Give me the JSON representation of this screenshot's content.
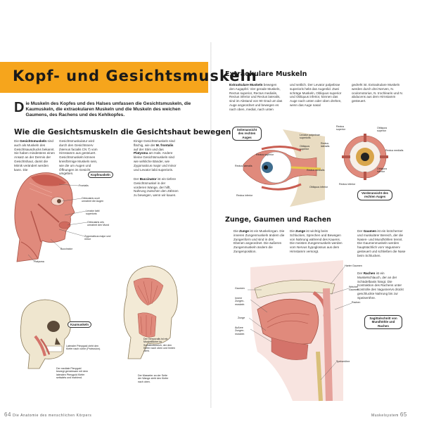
{
  "left": {
    "title": "Kopf- und Gesichtsmuskeln",
    "intro": "ie Muskeln des Kopfes und des Halses umfassen die Gesichtsmuskeln, die Kaumuskeln, die extraokularen Muskeln und die Muskeln des weichen Gaumens, des Rachens und des Kehlkopfes.",
    "intro_dropcap": "D",
    "section_title": "Wie die Gesichtsmuskeln die Gesichtshaut bewegen",
    "col1": {
      "strong": "Gesichtsmuskeln",
      "pre": "Die ",
      "text": " sind auch als Muskeln des Gesichtsausdrucks bekannt. Sie haben mindestens einen Ansatz an der Dermis der Gesichtshaut, damit die Mimik verändert werden kann. Die"
    },
    "col2": {
      "text": "Gesichtsmuskulatur wird durch den Gesichtsnerv (Nervus facialis CN 7) vom Hirnstamm aus gesteuert. Gesichtsmuskeln können kreisförmige Muskeln sein, wie die um Augen und Öffnungen im Gesicht umgeben."
    },
    "col3": {
      "pre": "Einige Gesichtsmuskeln sind flächig, wie der ",
      "strong1": "M. frontalis",
      "mid": " auf der Stirn und das ",
      "strong2": "Platysma",
      "post": " am Hals. Andere kleine Gesichtsmuskeln sind wie wirkliche Bänder, wie Zygomaticus major und minor und Levator labii superioris."
    },
    "col4": {
      "pre": "Der ",
      "strong": "Buccinator",
      "text": " ist ein tiefere Gesichtsmuskel in der vorderen Wange, der hilft, Nahrung zwischen den Zähnen zu bewegen, wenn wir kauen."
    },
    "box_kopf": "Kopfmuskeln",
    "box_kau": "Kaumuskeln",
    "labels": {
      "frontalis": "Frontalis",
      "orbicularis_oculi": "Orbicularis oculi umrahmt die Augen",
      "levator": "Levator labii superioris",
      "orbicularis_oris": "Orbicularis oris umrahmt den Mund",
      "zygomaticus": "Zygomaticus major und minor",
      "buccinator": "Buccinator",
      "platysma": "Platysma",
      "temporalis": "Der Temporalis ist ein Muskelfächer im Schläfenbereich, der den Kiefer nach oben und hinten zieht.",
      "lat_pterygoid": "Lateraler Pterygoid zieht den Kiefer nach vorne (Protrusion).",
      "med_pterygoid": "Der mediale Pterygoid bewegt gemeinsam mit dem lateralen Pterygoid Kiefer seitwärts und mahlend.",
      "masseter": "Der Masseter an der Seite der Wange zieht den Kiefer nach oben."
    },
    "footer": "Die Anatomie des menschlichen Körpers",
    "page": "64"
  },
  "right": {
    "section1_title": "Extraokulare Muskeln",
    "eye_col1": {
      "strong": "Extraokulare Muskeln",
      "text": " bewegen den Augapfel. Vier gerade Muskeln, Rectus superior, Rectus medialis, Rectus inferior und Rectus lateralis, sind im Abstand von 90 Grad um das Auge angeordnet und bewegen es nach oben, medial, nach unten"
    },
    "eye_col2": {
      "text": "und seitlich. Der Levator palpebrae superioris hebt das Augenlid. Zwei schräge Muskeln, Obliquus superior und Obliquus inferior, können das Auge nach unten oder oben drehen, wenn das Auge nasal"
    },
    "eye_col3": {
      "text": "gedreht ist. Extraokulare Muskeln werden durch drei Nerven, N. oculomotorius, N. trochlearis und N. abducens aus dem Hirnstamm gesteuert."
    },
    "box_side": "Seitenansicht des rechten Auges",
    "box_front": "Vorderansicht des rechten Auges",
    "eye_labels": {
      "levator": "Levator palpebrae superioris",
      "obl_sup_side": "Obliquus superior",
      "rectus_sup": "Rectus superior",
      "rectus_lat": "Rectus lateralis",
      "rectus_med_side": "Rectus medialis",
      "obl_inf_side": "Obliquus inferior",
      "rectus_inf_side": "Rectus inferior",
      "f_rectus_sup": "Rectus superior",
      "f_obl_sup": "Obliquus superior",
      "f_rectus_lat": "Rectus lateralis",
      "f_rectus_med": "Rectus medialis",
      "f_rectus_inf": "Rectus inferior",
      "f_obl_inf": "Obliquus inferior"
    },
    "section2_title": "Zunge, Gaumen und Rachen",
    "tongue_col1": {
      "pre": "Die ",
      "strong": "Zunge",
      "text": " ist ein Muskelorgan. Die inneren Zungenmuskeln ändern die Zungenform und sind in drei Ebenen angeordnet. Die äußeren Zungenmuskeln ändern die Zungenposition."
    },
    "tongue_col2": {
      "pre": "Die ",
      "strong": "Zunge",
      "text": " ist wichtig beim Schlucken, Sprechen und Bewegen von Nahrung während des Kauens. Die meisten Zungenmuskeln werden vom Nervus hypoglossus aus dem Hirnstamm versorgt."
    },
    "tongue_col3": {
      "pre": "Der ",
      "strong": "Gaumen",
      "text": " ist ein knöcherner und muskulärer Bereich, der die Nasen- und Mundhöhlen trennt. Die Gaumenmuskeln werden hauptsächlich vom Vagusnerv gesteuert und schließen die Nase beim Schlucken."
    },
    "tongue_col4": {
      "pre": "Der ",
      "strong": "Rachen",
      "text": " ist ein Muskelschlauch, der an der Schädelbasis hängt. Die Kontraktion des Rachens unter Kontrolle des Vagusnervs drückt geschluckte Nahrung bis zur Speiseröhre."
    },
    "box_sagittal": "Sagittalschnitt von Mundhöhle und Rachen",
    "tongue_labels": {
      "harter_gaumen": "Harter Gaumen",
      "gaumen": "Gaumen",
      "weicher_gaumen": "Weicher Gaumen",
      "innere": "Innere Zungen-muskeln",
      "rachen": "Rachen",
      "zunge": "Zunge",
      "aeussere": "Äußere Zungen-muskeln",
      "speiseroehre": "Speiseröhre"
    },
    "footer": "Muskelsystem",
    "page": "65"
  },
  "colors": {
    "banner": "#f6a51c",
    "muscle": "#d4736a",
    "bone": "#efe6cf",
    "box_border": "#333333"
  }
}
